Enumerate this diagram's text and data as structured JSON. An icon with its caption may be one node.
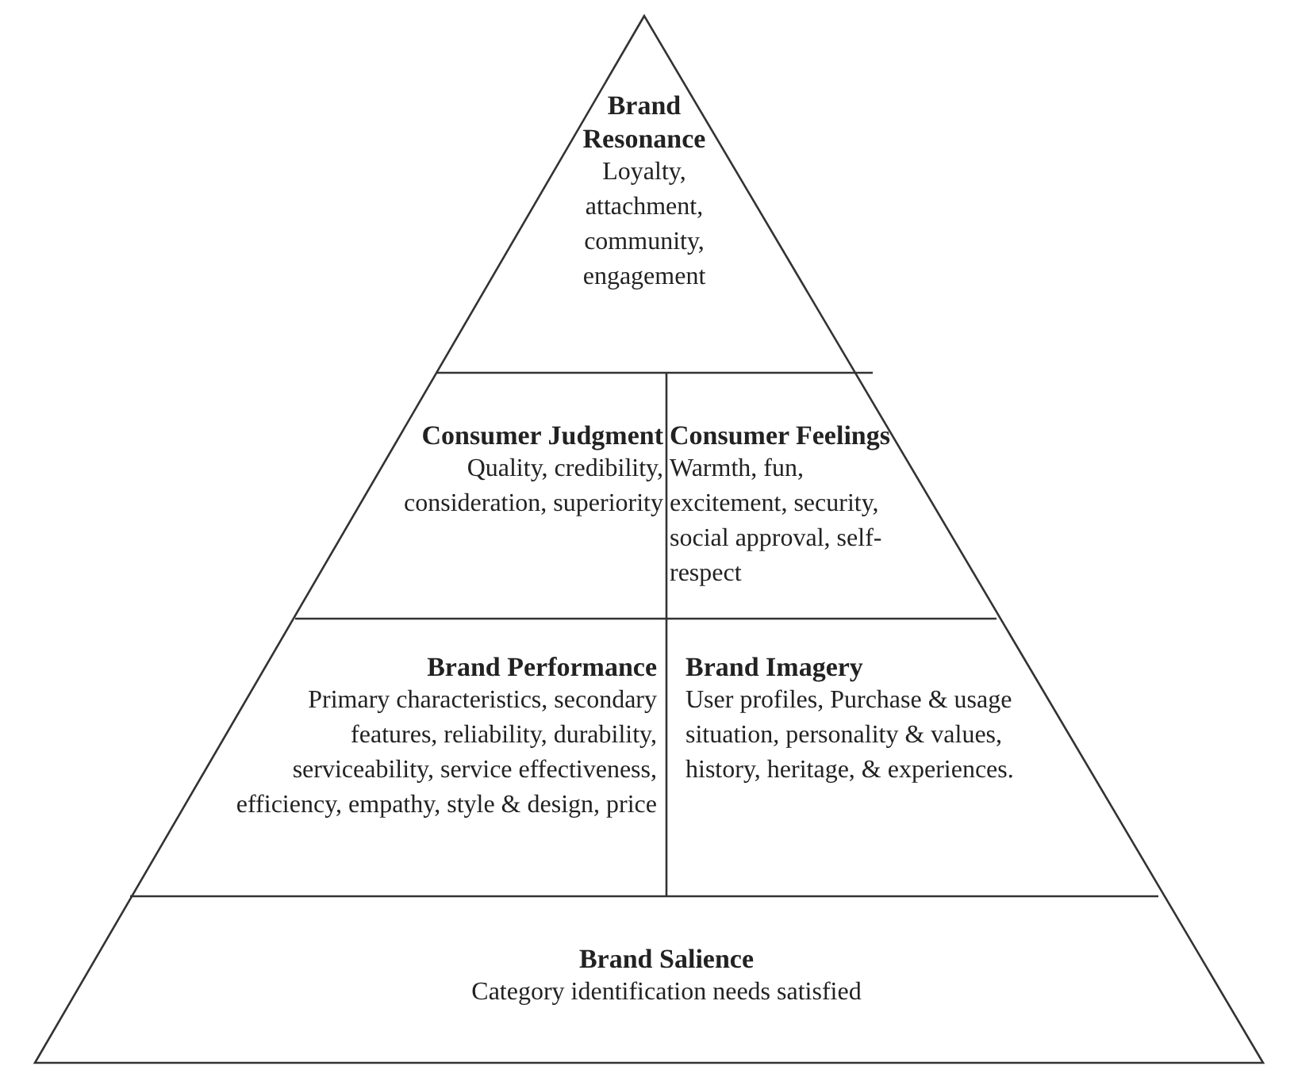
{
  "diagram": {
    "nodes": [
      {
        "text": [
          "Brand Resonance",
          "Loyalty, attachment, community, engagement"
        ]
      },
      {
        "text": [
          "Consumer Judgment",
          "Quality, credibility, consideration, superiority"
        ]
      },
      {
        "text": [
          "Consumer Feelings",
          "Warmth, fun, excitement, security, social approval, self-respect"
        ]
      },
      {
        "text": [
          "Brand Performance",
          "Primary characteristics, secondary features, reliability, durability, serviceability, service effectiveness, efficiency, empathy, style & design, price"
        ]
      },
      {
        "text": [
          "Brand Imagery",
          "User profiles, Purchase & usage situation, personality & values, history, heritage, & experiences."
        ]
      },
      {
        "text": [
          "Brand Salience",
          "Category identification needs satisfied"
        ]
      }
    ]
  }
}
